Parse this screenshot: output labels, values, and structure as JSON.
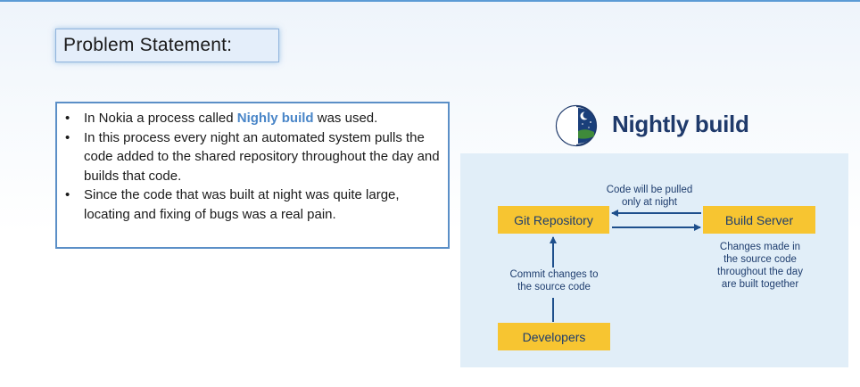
{
  "slide": {
    "title": "Problem Statement:",
    "bullets": [
      {
        "parts": [
          {
            "text": "In Nokia a process called ",
            "highlight": false
          },
          {
            "text": "Nighly build",
            "highlight": true
          },
          {
            "text": " was used.",
            "highlight": false
          }
        ]
      },
      {
        "parts": [
          {
            "text": "In this process every night an automated system pulls the code added to the shared repository throughout the day and builds that code.",
            "highlight": false
          }
        ]
      },
      {
        "parts": [
          {
            "text": "Since the code that was built at night was quite large, locating and fixing of bugs was a real pain.",
            "highlight": false
          }
        ]
      }
    ],
    "bullet_glyph": "•"
  },
  "diagram": {
    "heading": "Nightly build",
    "logo_icon": "moon-night-icon",
    "nodes": {
      "git_repository": "Git Repository",
      "build_server": "Build Server",
      "developers": "Developers"
    },
    "labels": {
      "pull": [
        "Code will be pulled",
        "only at night"
      ],
      "commit": [
        "Commit changes to",
        "the source code"
      ],
      "changes": [
        "Changes made in",
        "the source code",
        "throughout the day",
        "are built together"
      ]
    },
    "colors": {
      "node_fill": "#f7c531",
      "node_text": "#1e3d6e",
      "panel": "#e1eef8",
      "arrow": "#1e4f8c",
      "heading": "#1f3a6b",
      "highlight": "#4a86c8"
    }
  }
}
